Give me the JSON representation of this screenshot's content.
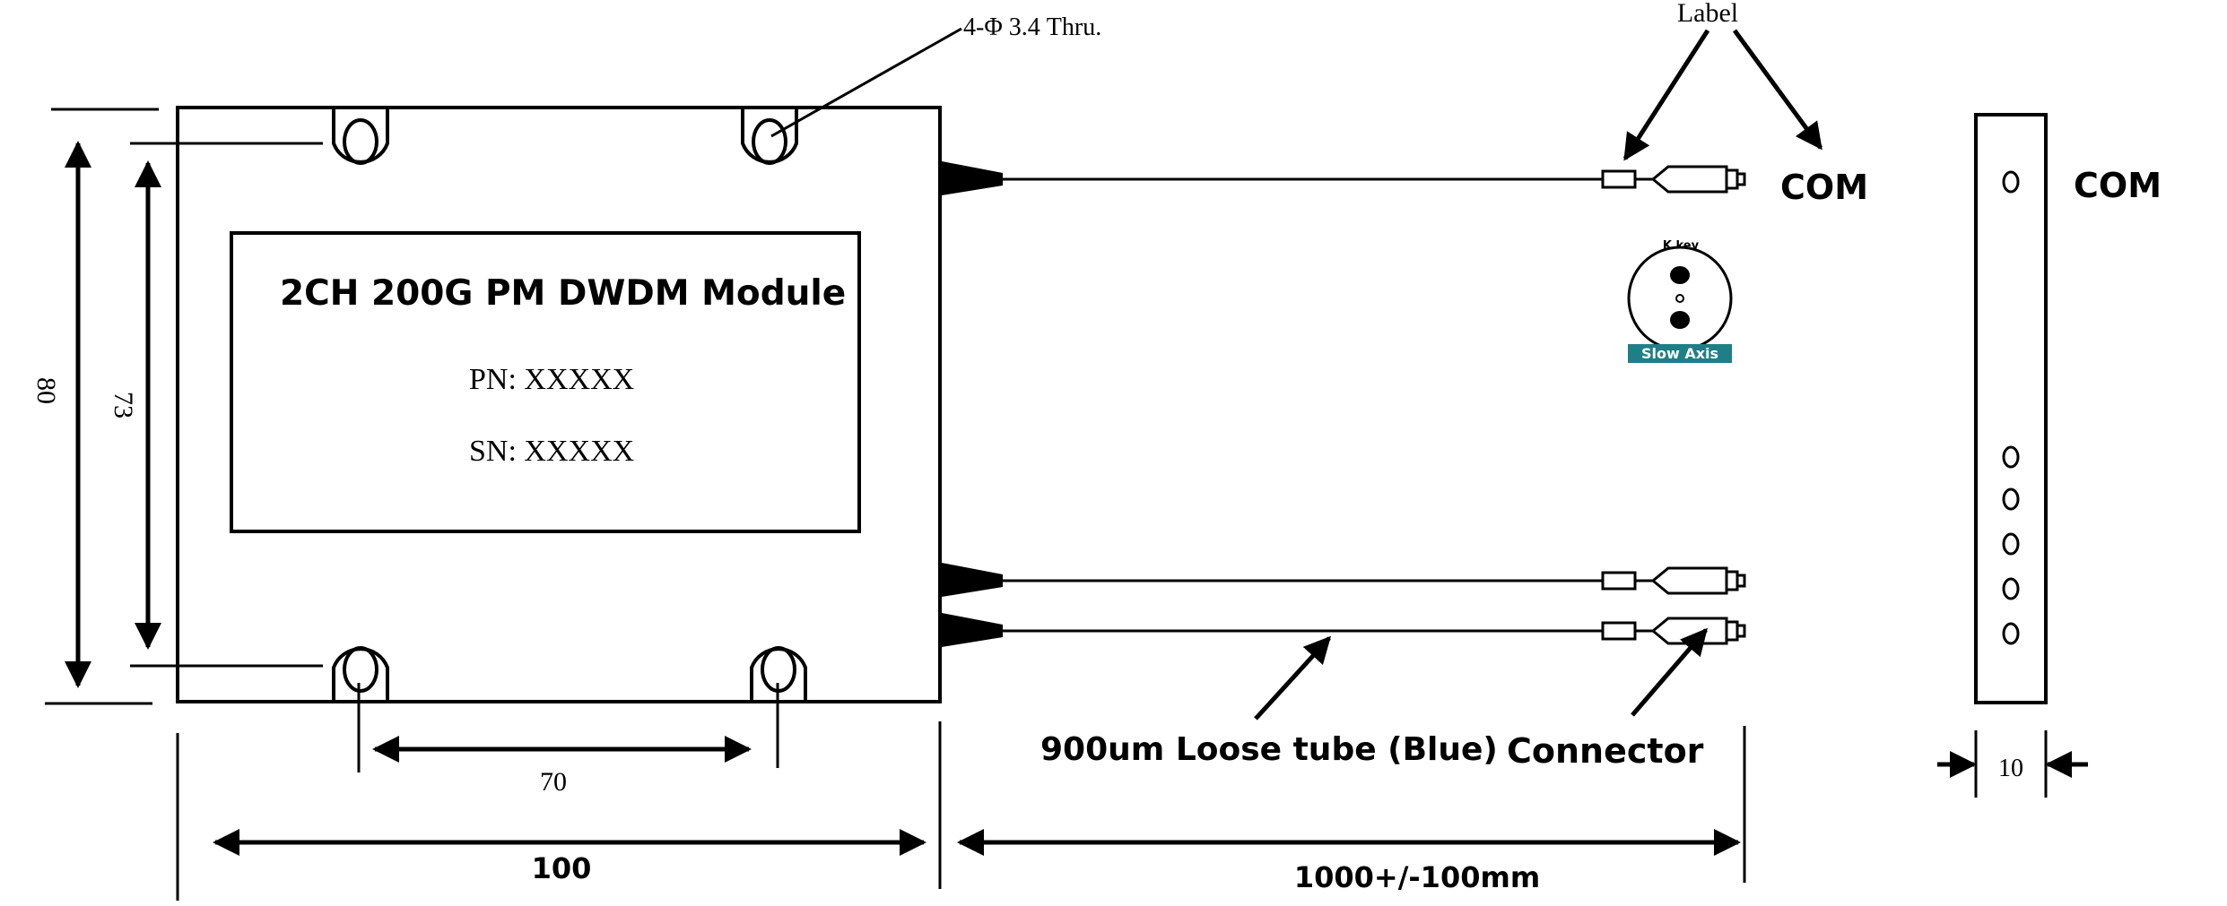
{
  "labels": {
    "hole_spec": "4-Φ 3.4 Thru.",
    "label_callout": "Label",
    "com_cable": "COM",
    "com_side": "COM",
    "module_title": "2CH 200G PM DWDM Module",
    "pn": "PN: XXXXX",
    "sn": "SN: XXXXX",
    "key_label": "K key",
    "slow_axis": "Slow Axis",
    "loose_tube": "900um Loose tube (Blue)",
    "connector": "Connector"
  },
  "dimensions": {
    "height_outer": "80",
    "height_holes": "73",
    "width_holes": "70",
    "width_body": "100",
    "cable_length": "1000+/-100mm",
    "side_thickness": "10"
  },
  "colors": {
    "line": "#000000",
    "slow_axis_badge": "#1f7f86"
  }
}
